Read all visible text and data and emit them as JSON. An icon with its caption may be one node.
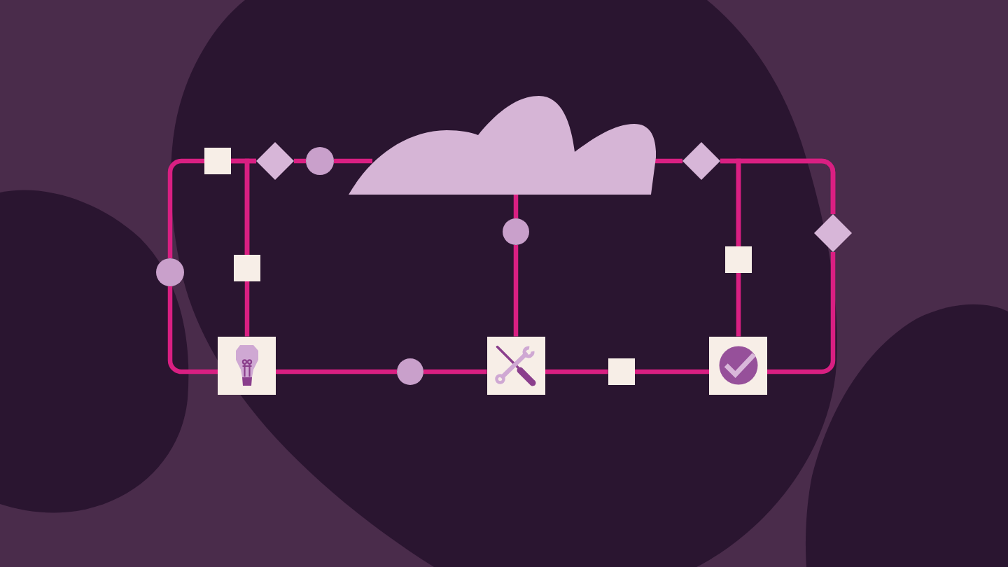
{
  "diagram": {
    "nodes": [
      {
        "text": [],
        "shape": "box"
      },
      {
        "text": [],
        "shape": "diamond"
      },
      {
        "text": [],
        "shape": "circle"
      },
      {
        "text": [],
        "shape": "cloud"
      },
      {
        "text": [],
        "shape": "diamond"
      },
      {
        "text": [],
        "shape": "circle"
      },
      {
        "text": [],
        "shape": "box"
      },
      {
        "text": [],
        "shape": "circle"
      },
      {
        "text": [],
        "shape": "box"
      },
      {
        "text": [],
        "shape": "diamond"
      },
      {
        "text": [],
        "shape": "box"
      },
      {
        "text": [],
        "shape": "circle"
      },
      {
        "text": [],
        "shape": "box"
      },
      {
        "text": [],
        "shape": "box"
      },
      {
        "text": [],
        "shape": "box"
      }
    ],
    "edges": [
      {
        "from": 5,
        "to": 0,
        "arrow": "none"
      },
      {
        "from": 5,
        "to": 10,
        "arrow": "none"
      },
      {
        "from": 0,
        "to": 1,
        "arrow": "none"
      },
      {
        "from": 0,
        "to": 6,
        "arrow": "none"
      },
      {
        "from": 1,
        "to": 6,
        "arrow": "none"
      },
      {
        "from": 1,
        "to": 2,
        "arrow": "none"
      },
      {
        "from": 2,
        "to": 3,
        "arrow": "none"
      },
      {
        "from": 3,
        "to": 4,
        "arrow": "none"
      },
      {
        "from": 4,
        "to": 9,
        "arrow": "none"
      },
      {
        "from": 4,
        "to": 8,
        "arrow": "none"
      },
      {
        "from": 8,
        "to": 9,
        "arrow": "none"
      },
      {
        "from": 9,
        "to": 14,
        "arrow": "none"
      },
      {
        "from": 6,
        "to": 10,
        "arrow": "none"
      },
      {
        "from": 3,
        "to": 7,
        "arrow": "none"
      },
      {
        "from": 7,
        "to": 12,
        "arrow": "none"
      },
      {
        "from": 10,
        "to": 11,
        "arrow": "none"
      },
      {
        "from": 11,
        "to": 12,
        "arrow": "none"
      },
      {
        "from": 12,
        "to": 13,
        "arrow": "none"
      },
      {
        "from": 13,
        "to": 14,
        "arrow": "none"
      },
      {
        "from": 8,
        "to": 14,
        "arrow": "none"
      }
    ]
  }
}
